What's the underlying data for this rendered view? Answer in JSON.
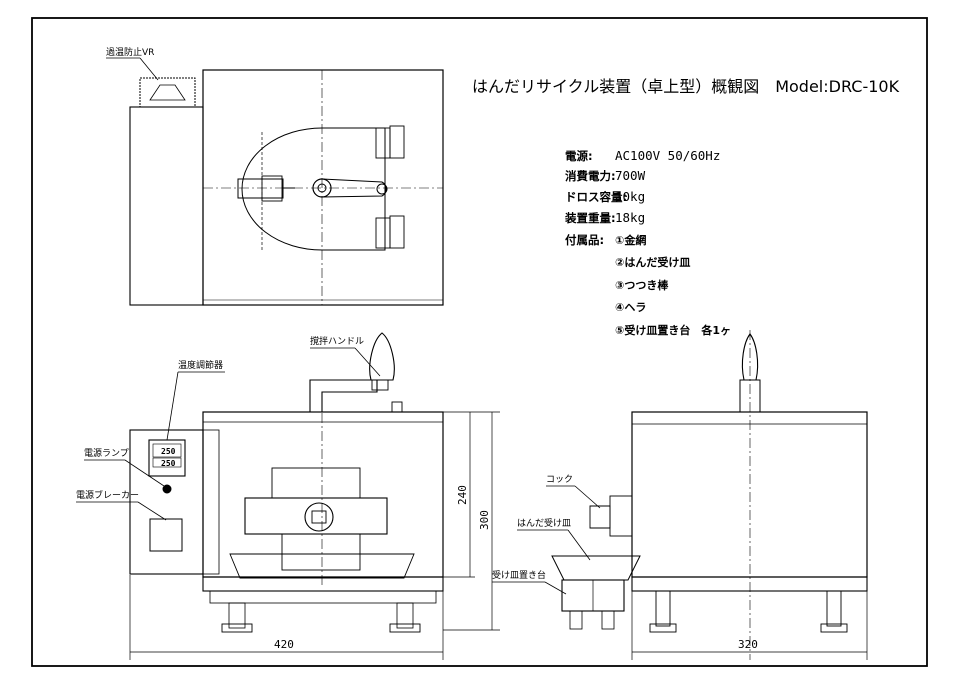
{
  "title": "はんだリサイクル装置（卓上型）概観図　Model:DRC-10K",
  "specs": [
    {
      "label": "電源:",
      "value": "AC100V 50/60Hz"
    },
    {
      "label": "消費電力:",
      "value": "700W"
    },
    {
      "label": "ドロス容量:",
      "value": "10kg"
    },
    {
      "label": "装置重量:",
      "value": "18kg"
    }
  ],
  "accessories": {
    "label": "付属品:",
    "items": [
      "①金網",
      "②はんだ受け皿",
      "③つつき棒",
      "④ヘラ",
      "⑤受け皿置き台　各1ヶ"
    ]
  },
  "callouts": {
    "overheat_vr": "過温防止VR",
    "stir_handle": "撹拌ハンドル",
    "temp_controller": "温度調節器",
    "power_lamp": "電源ランプ",
    "power_breaker": "電源ブレーカー",
    "cock": "コック",
    "solder_tray": "はんだ受け皿",
    "tray_stand": "受け皿置き台"
  },
  "dimensions": {
    "width_front": "420",
    "width_side": "320",
    "height_body": "240",
    "height_total": "300"
  },
  "controller_display": {
    "pv": "250",
    "sv": "250"
  }
}
